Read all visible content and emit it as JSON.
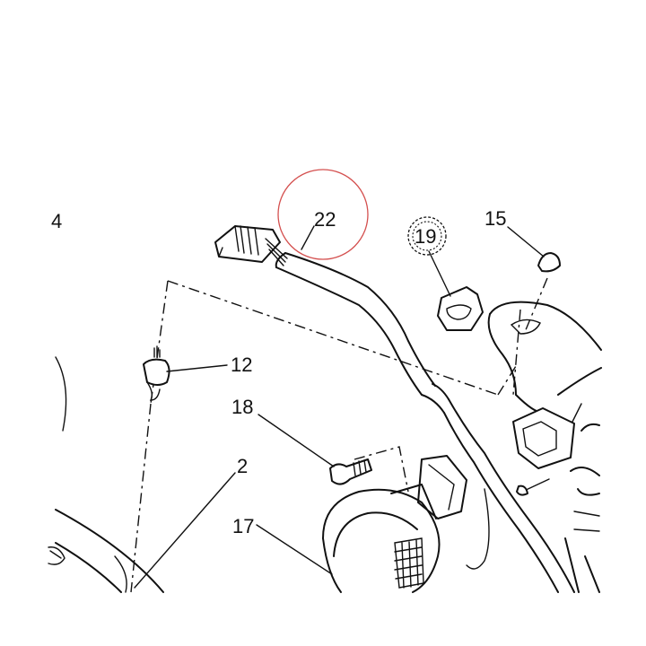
{
  "diagram": {
    "callouts": {
      "c4": "4",
      "c22": "22",
      "c19": "19",
      "c15": "15",
      "c12": "12",
      "c18": "18",
      "c2": "2",
      "c17": "17"
    },
    "highlight_color": "#d4504f",
    "line_color": "#111111"
  }
}
